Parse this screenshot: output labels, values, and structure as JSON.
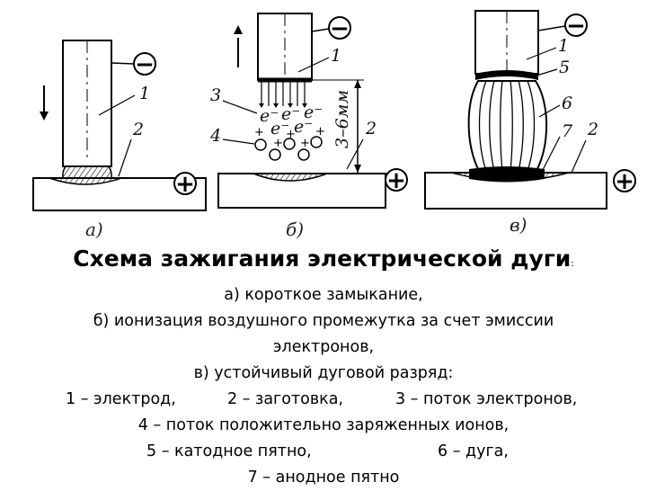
{
  "figure": {
    "panels": [
      {
        "label": "а)",
        "minus": "−",
        "plus": "+",
        "callouts": [
          "1",
          "2"
        ]
      },
      {
        "label": "б)",
        "minus": "−",
        "plus": "+",
        "callouts": [
          "1",
          "2",
          "3",
          "4"
        ],
        "gap_label": "3–6мм",
        "electron_labels": [
          "е⁻",
          "е⁻",
          "е⁻",
          "е⁻",
          "е⁻"
        ]
      },
      {
        "label": "в)",
        "minus": "−",
        "plus": "+",
        "callouts": [
          "1",
          "5",
          "6",
          "7",
          "2"
        ]
      }
    ]
  },
  "caption": {
    "title": "Схема зажигания электрической дуги",
    "title_suffix": ":",
    "lines": [
      "а) короткое замыкание,",
      "б) ионизация воздушного промежутка за счет эмиссии",
      "электронов,",
      "в) устойчивый дуговой разряд:"
    ],
    "legend": [
      [
        "1 – электрод,",
        "2 – заготовка,",
        "3 – поток электронов,"
      ],
      [
        "4 – поток положительно заряженных ионов,"
      ],
      [
        "5 – катодное пятно,",
        "6 – дуга,"
      ],
      [
        "7 – анодное пятно"
      ]
    ]
  }
}
